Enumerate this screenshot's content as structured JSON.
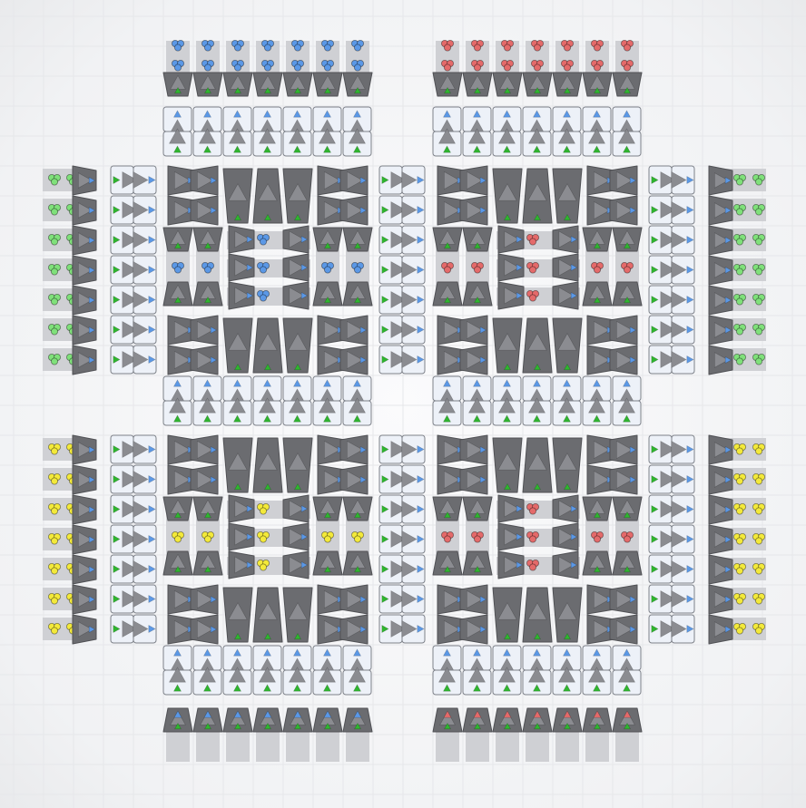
{
  "game": {
    "view": "factory-map",
    "colors": {
      "background": "#f3f4f6",
      "grid_line": "#e6e7ea",
      "belt": "#cfd0d4",
      "building_dark": "#6b6c70",
      "building_dark_edge": "#505155",
      "panel_light": "#edf1f8",
      "panel_edge": "#7d8189",
      "arrow_grey": "#8b8c91",
      "arrow_green": "#2fb52f",
      "arrow_blue": "#5b98e6",
      "shape_blue": "#5b98e6",
      "shape_red": "#e46a6a",
      "shape_green": "#7fe07a",
      "shape_yellow": "#f3e93a"
    },
    "regions": {
      "top_left_shapes": "blue",
      "top_right_shapes": "red",
      "left_upper_shapes": "green",
      "left_lower_shapes": "yellow",
      "right_upper_shapes": "green",
      "right_lower_shapes": "yellow"
    },
    "icons": [
      "shape-icon",
      "arrow-icon",
      "belt-tile",
      "building",
      "panel-tile"
    ]
  }
}
